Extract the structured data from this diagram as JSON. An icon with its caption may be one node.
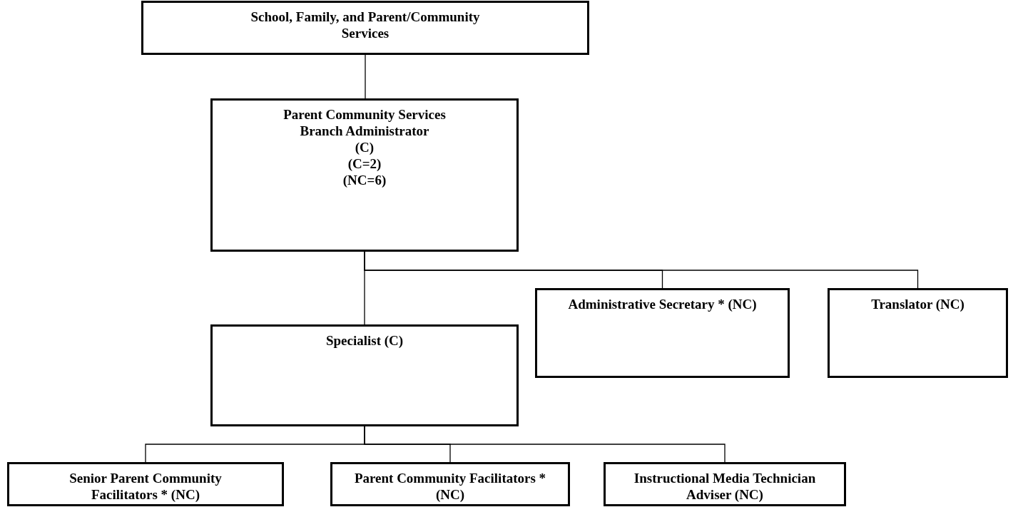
{
  "diagram": {
    "nodes": [
      {
        "text": [
          "School, Family, and Parent/Community Services"
        ]
      },
      {
        "text": [
          "Parent Community Services Branch Administrator",
          "(C)",
          "(C=2)",
          "(NC=6)"
        ]
      },
      {
        "text": [
          "Administrative Secretary * (NC)"
        ]
      },
      {
        "text": [
          "Translator (NC)"
        ]
      },
      {
        "text": [
          "Specialist (C)"
        ]
      },
      {
        "text": [
          "Senior Parent Community Facilitators * (NC)"
        ]
      },
      {
        "text": [
          "Parent Community Facilitators * (NC)"
        ]
      },
      {
        "text": [
          "Instructional Media Technician Adviser  (NC)"
        ]
      }
    ],
    "edges": [
      {
        "from": 0,
        "to": 1,
        "arrow": "none"
      },
      {
        "from": 1,
        "to": 2,
        "arrow": "none"
      },
      {
        "from": 1,
        "to": 3,
        "arrow": "none"
      },
      {
        "from": 1,
        "to": 4,
        "arrow": "none"
      },
      {
        "from": 4,
        "to": 5,
        "arrow": "none"
      },
      {
        "from": 4,
        "to": 6,
        "arrow": "none"
      },
      {
        "from": 4,
        "to": 7,
        "arrow": "none"
      }
    ]
  }
}
